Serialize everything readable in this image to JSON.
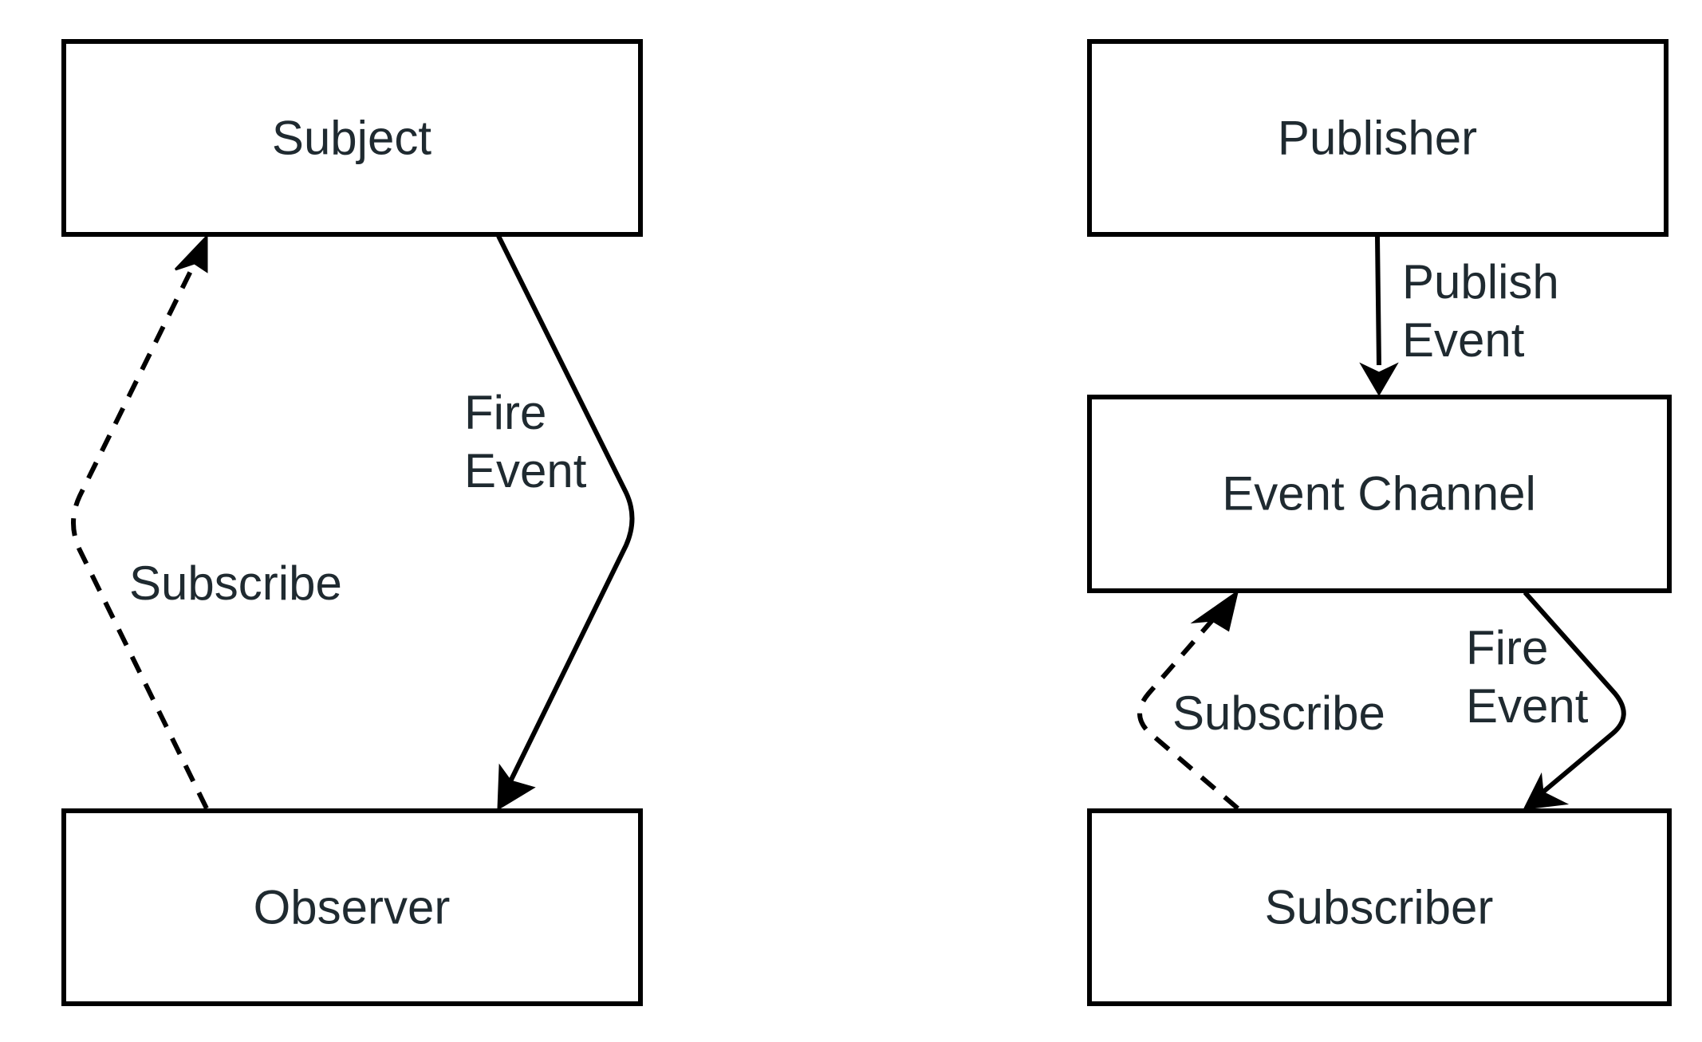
{
  "colors": {
    "stroke": "#000000",
    "text": "#1f2a30",
    "background": "#ffffff"
  },
  "observer_pattern": {
    "subject": "Subject",
    "observer": "Observer",
    "fire_event": [
      "Fire",
      "Event"
    ],
    "subscribe": "Subscribe"
  },
  "pubsub_pattern": {
    "publisher": "Publisher",
    "event_channel": "Event Channel",
    "subscriber": "Subscriber",
    "publish_event": [
      "Publish",
      "Event"
    ],
    "fire_event": [
      "Fire",
      "Event"
    ],
    "subscribe": "Subscribe"
  }
}
